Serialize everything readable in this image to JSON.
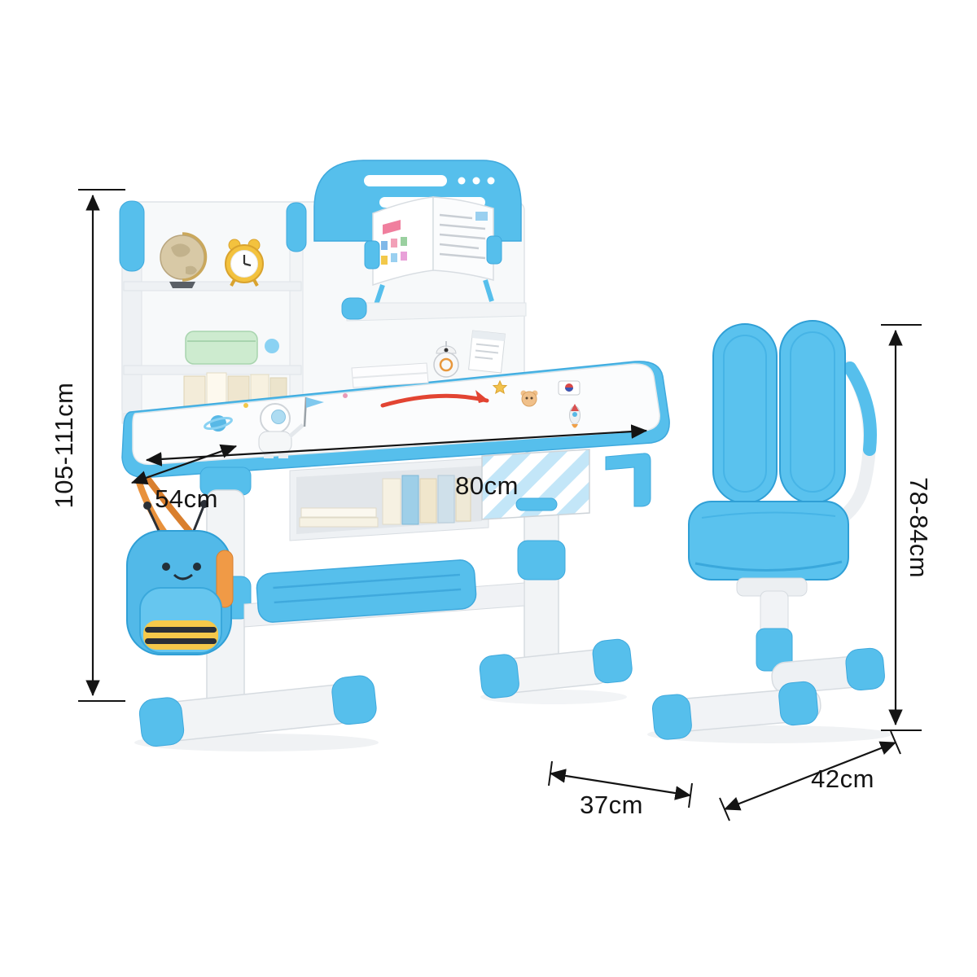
{
  "product": {
    "description": "Kids ergonomic study desk with hutch bookshelf and matching double-back chair, blue and white"
  },
  "dims": {
    "desk_height": "105-111cm",
    "desk_depth": "54cm",
    "desk_width": "80cm",
    "chair_height": "78-84cm",
    "chair_front_foot": "37cm",
    "chair_side_foot": "42cm"
  },
  "colors": {
    "primary_blue": "#56bfec",
    "blue_outline": "#2f9fd6",
    "frame_white": "#f2f4f6",
    "accent_yellow": "#f3c23e",
    "accent_orange": "#f09a46",
    "dimension_ink": "#141414"
  }
}
